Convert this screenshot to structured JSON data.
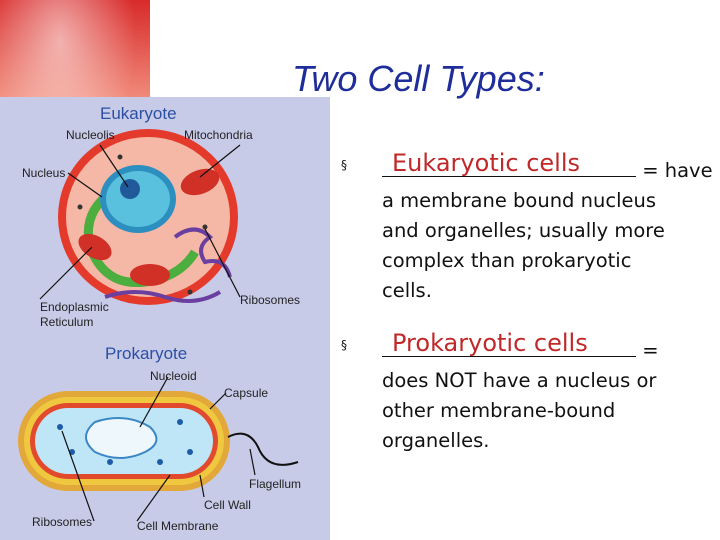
{
  "slide": {
    "title": "Two Cell Types:"
  },
  "diagram": {
    "eukaryote": {
      "heading": "Eukaryote",
      "labels": {
        "nucleolis": "Nucleolis",
        "mitochondria": "Mitochondria",
        "nucleus": "Nucleus",
        "endoplasmic_line1": "Endoplasmic",
        "endoplasmic_line2": "Reticulum",
        "ribosomes": "Ribosomes"
      }
    },
    "prokaryote": {
      "heading": "Prokaryote",
      "labels": {
        "nucleoid": "Nucleoid",
        "capsule": "Capsule",
        "flagellum": "Flagellum",
        "cell_wall": "Cell Wall",
        "ribosomes": "Ribosomes",
        "cell_membrane": "Cell Membrane"
      }
    }
  },
  "bullets": [
    {
      "marker": "§",
      "answer": "Eukaryotic cells",
      "after_blank": " = have",
      "lines": [
        "a membrane bound nucleus",
        "and organelles; usually more",
        "complex than prokaryotic",
        "cells."
      ]
    },
    {
      "marker": "§",
      "answer": "Prokaryotic cells",
      "after_blank": " =",
      "lines": [
        "does NOT have a nucleus or",
        "other membrane-bound",
        "organelles."
      ]
    }
  ]
}
